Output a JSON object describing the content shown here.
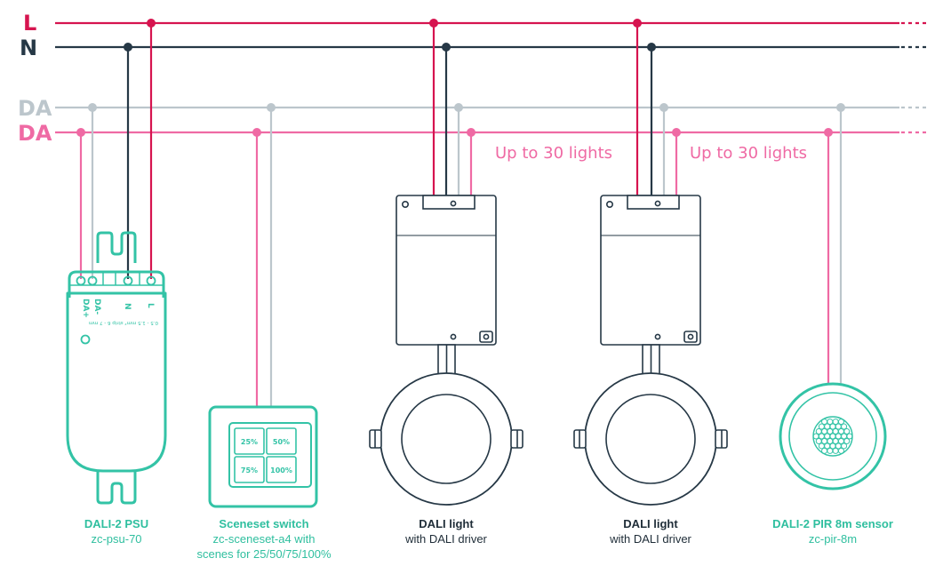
{
  "colors": {
    "live": "#d6144f",
    "neutral": "#263846",
    "da_minus": "#bcc6cc",
    "da_plus": "#ef6aa4",
    "device": "#33c3a6",
    "device_text": "#2fbf9f",
    "dark_text": "#1f2d38"
  },
  "buses": {
    "live": "L",
    "neutral": "N",
    "da_minus": "DA",
    "da_plus": "DA"
  },
  "callouts": [
    "Up to 30 lights",
    "Up to 30 lights"
  ],
  "psu": {
    "terminals": [
      "DA+",
      "DA-",
      "N",
      "L"
    ],
    "wire_spec": "0.5 - 1.5 mm² strip 6 - 7 mm"
  },
  "switch": {
    "buttons": [
      "25%",
      "50%",
      "75%",
      "100%"
    ]
  },
  "devices": [
    {
      "title": "DALI-2 PSU",
      "lines": [
        "zc-psu-70"
      ]
    },
    {
      "title": "Sceneset switch",
      "lines": [
        "zc-sceneset-a4 with",
        "scenes for 25/50/75/100%"
      ]
    },
    {
      "title": "DALI light",
      "lines": [
        "with DALI driver"
      ]
    },
    {
      "title": "DALI light",
      "lines": [
        "with DALI driver"
      ]
    },
    {
      "title": "DALI-2 PIR 8m sensor",
      "lines": [
        "zc-pir-8m"
      ]
    }
  ]
}
